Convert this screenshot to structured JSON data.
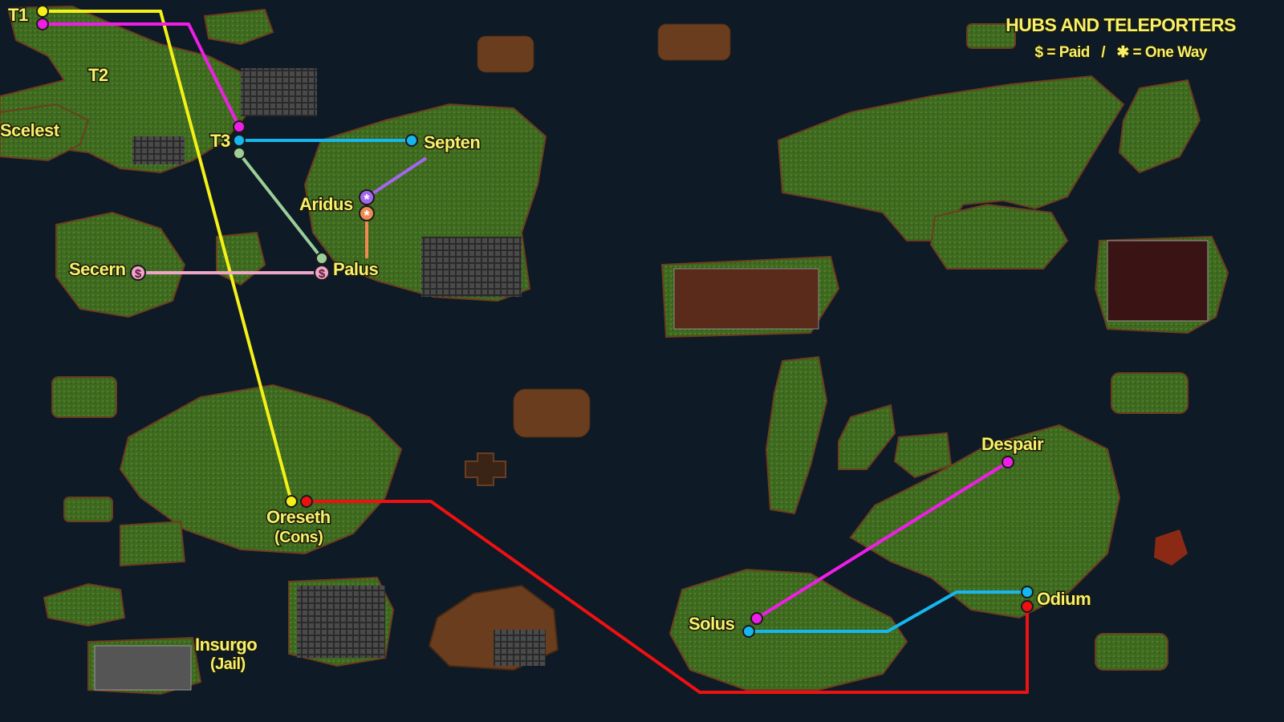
{
  "legend": {
    "title": "HUBS AND TELEPORTERS",
    "line": "$ = Paid   /   ✱ = One Way"
  },
  "colors": {
    "sea": "#0e1a26",
    "land": "#3e6a1f",
    "land_dark": "#2d5016",
    "dirt": "#6b3d1f",
    "label": "#f7f06a",
    "yellow": "#f4f018",
    "magenta": "#ee1ee6",
    "cyan": "#16b6ee",
    "lightgreen": "#9ccf97",
    "purple": "#a566ee",
    "orange": "#ee8a52",
    "pink": "#f0a6c8",
    "red": "#ee1111"
  },
  "places": {
    "t1": "T1",
    "t2": "T2",
    "t3": "T3",
    "scelest": "Scelest",
    "septen": "Septen",
    "aridus": "Aridus",
    "secern": "Secern",
    "palus": "Palus",
    "oreseth": "Oreseth",
    "oreseth_sub": "(Cons)",
    "insurgo": "Insurgo",
    "insurgo_sub": "(Jail)",
    "despair": "Despair",
    "solus": "Solus",
    "odium": "Odium"
  },
  "markers": {
    "paid": "$",
    "one_way": "*"
  }
}
